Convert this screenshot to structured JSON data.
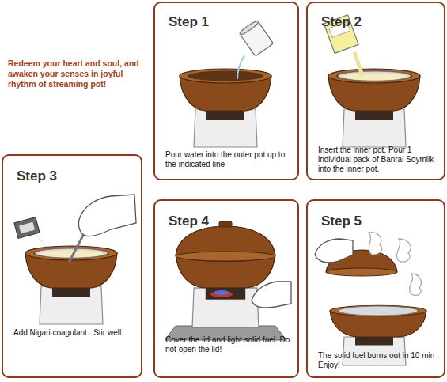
{
  "diagram": {
    "nodes": [
      {
        "text": [
          "Step 1",
          "Pour water into the outer pot up to the indicated line"
        ]
      },
      {
        "text": [
          "Step 2",
          "Insert the inner pot. Pour 1 individual pack of Banrai Soymilk into the inner pot."
        ]
      },
      {
        "text": [
          "Step 3",
          "Add Nigari coagulant . Stir well."
        ]
      },
      {
        "text": [
          "Step 4",
          "Cover the lid and light solid fuel. Do not open the lid!"
        ]
      },
      {
        "text": [
          "Step 5",
          "The solid fuel burns out in 10 min . Enjoy!"
        ]
      }
    ],
    "labels": [
      "Redeem your heart and soul, and awaken your senses in joyful rhythm of streaming pot!"
    ]
  }
}
